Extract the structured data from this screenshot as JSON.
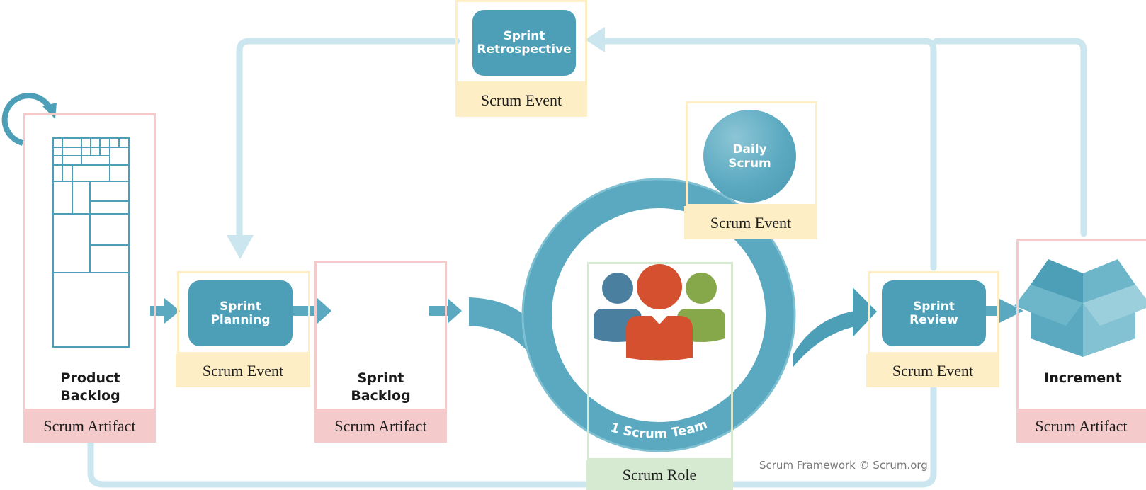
{
  "colors": {
    "teal": "#4d9fb8",
    "light_teal": "#cbe6ee",
    "artifact_pink": "#f4caca",
    "event_yellow": "#fdeec6",
    "role_green": "#d6ead2",
    "team_orange": "#d4502e",
    "team_blue": "#4a7fa0",
    "team_green": "#86a84a"
  },
  "items": {
    "product_backlog": {
      "title_line1": "Product",
      "title_line2": "Backlog",
      "tag": "Scrum Artifact",
      "icon": "backlog-grid-icon"
    },
    "sprint_planning": {
      "title_line1": "Sprint",
      "title_line2": "Planning",
      "tag": "Scrum Event"
    },
    "sprint_backlog": {
      "title_line1": "Sprint",
      "title_line2": "Backlog",
      "tag": "Scrum Artifact",
      "icon": "sprint-backlog-grid-icon"
    },
    "sprint_retrospective": {
      "title_line1": "Sprint",
      "title_line2": "Retrospective",
      "tag": "Scrum Event"
    },
    "daily_scrum": {
      "title_line1": "Daily",
      "title_line2": "Scrum",
      "tag": "Scrum Event"
    },
    "scrum_team": {
      "cycle_label": "1 Scrum Team",
      "tag": "Scrum Role",
      "icon": "team-people-icon"
    },
    "sprint_review": {
      "title_line1": "Sprint",
      "title_line2": "Review",
      "tag": "Scrum Event"
    },
    "increment": {
      "title": "Increment",
      "tag": "Scrum Artifact",
      "icon": "open-box-icon"
    }
  },
  "credit": "Scrum Framework © Scrum.org"
}
